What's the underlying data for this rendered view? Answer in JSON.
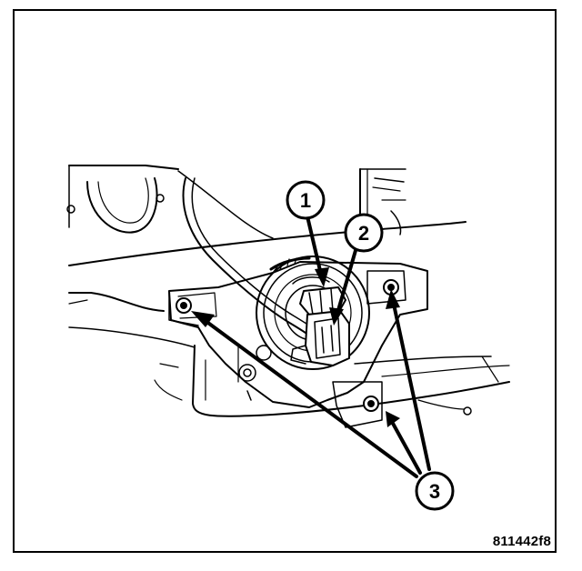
{
  "callouts": [
    {
      "label": "1"
    },
    {
      "label": "2"
    },
    {
      "label": "3"
    }
  ],
  "figure_id": "811442f8",
  "colors": {
    "line": "#000000",
    "background": "#ffffff"
  }
}
